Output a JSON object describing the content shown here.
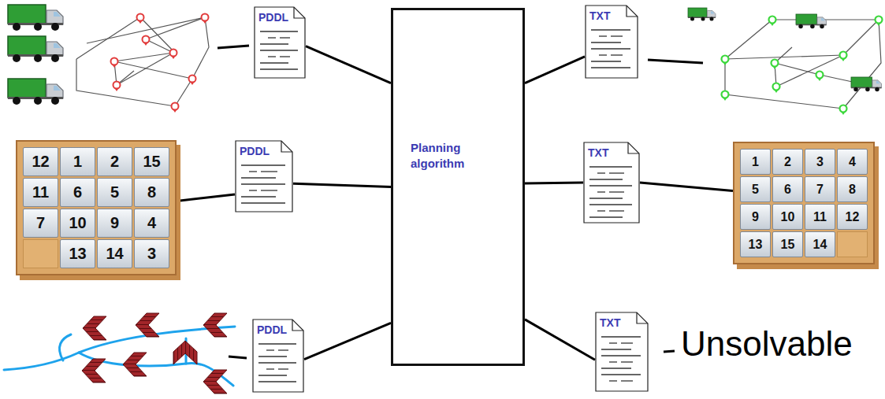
{
  "diagram": {
    "nodes": [
      {
        "text": [
          "PDDL"
        ]
      },
      {
        "text": [
          "PDDL"
        ]
      },
      {
        "text": [
          "PDDL"
        ]
      },
      {
        "text": [
          "Planning algorithm"
        ]
      },
      {
        "text": [
          "TXT"
        ]
      },
      {
        "text": [
          "TXT"
        ]
      },
      {
        "text": [
          "TXT"
        ]
      },
      {
        "text": [
          "12",
          "1",
          "2",
          "15",
          "11",
          "6",
          "5",
          "8",
          "7",
          "10",
          "9",
          "4",
          "13",
          "14",
          "3"
        ]
      },
      {
        "text": [
          "1",
          "2",
          "3",
          "4",
          "5",
          "6",
          "7",
          "8",
          "9",
          "10",
          "11",
          "12",
          "13",
          "15",
          "14"
        ]
      }
    ],
    "edges": [
      {
        "from": 0,
        "to": 3,
        "arrow": "none"
      },
      {
        "from": 1,
        "to": 3,
        "arrow": "none"
      },
      {
        "from": 2,
        "to": 3,
        "arrow": "none"
      },
      {
        "from": 3,
        "to": 4,
        "arrow": "none"
      },
      {
        "from": 3,
        "to": 5,
        "arrow": "none"
      },
      {
        "from": 3,
        "to": 6,
        "arrow": "none"
      },
      {
        "from": 7,
        "to": 1,
        "arrow": "none"
      },
      {
        "from": 5,
        "to": 8,
        "arrow": "none"
      }
    ],
    "labels": [
      "Unsolvable"
    ]
  }
}
